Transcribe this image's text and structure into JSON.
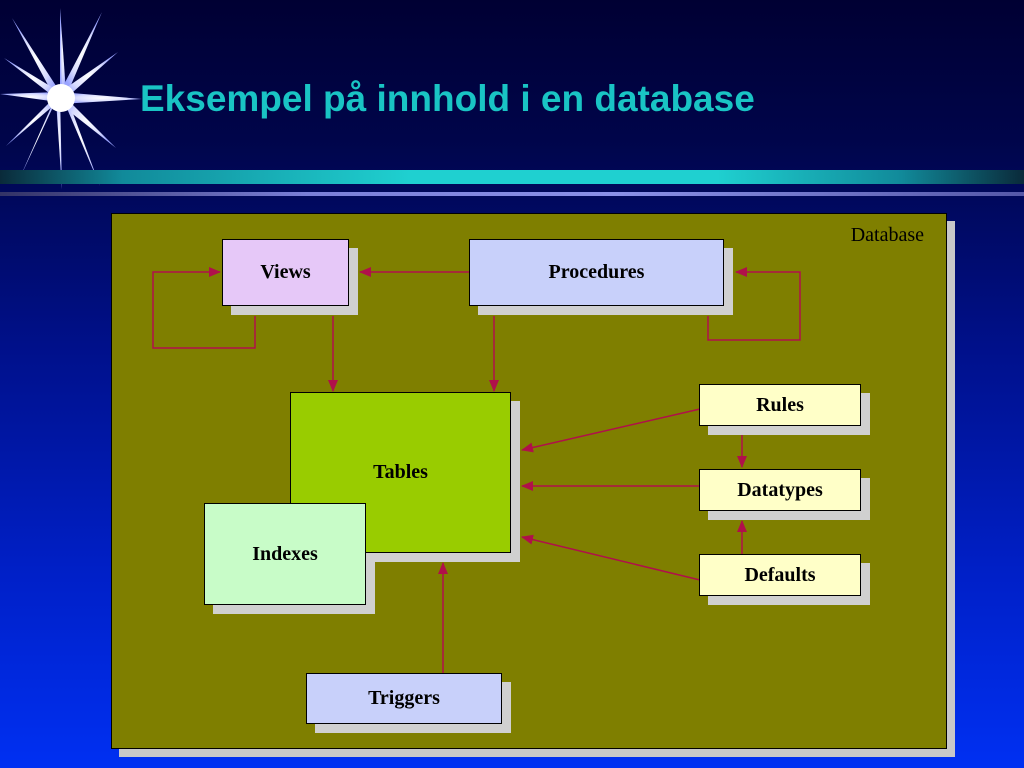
{
  "slide": {
    "title": "Eksempel på innhold i en database"
  },
  "diagram": {
    "container_label": "Database",
    "nodes": {
      "views": "Views",
      "procedures": "Procedures",
      "tables": "Tables",
      "indexes": "Indexes",
      "rules": "Rules",
      "datatypes": "Datatypes",
      "defaults": "Defaults",
      "triggers": "Triggers"
    },
    "edges": [
      {
        "from": "Procedures",
        "to": "Views"
      },
      {
        "from": "Views",
        "to": "Views"
      },
      {
        "from": "Procedures",
        "to": "Procedures"
      },
      {
        "from": "Views",
        "to": "Tables"
      },
      {
        "from": "Procedures",
        "to": "Tables"
      },
      {
        "from": "Rules",
        "to": "Tables"
      },
      {
        "from": "Datatypes",
        "to": "Tables"
      },
      {
        "from": "Defaults",
        "to": "Tables"
      },
      {
        "from": "Rules",
        "to": "Datatypes"
      },
      {
        "from": "Defaults",
        "to": "Datatypes"
      },
      {
        "from": "Triggers",
        "to": "Tables"
      }
    ],
    "colors": {
      "container_fill": "#7f7f00",
      "arrow": "#b0104a",
      "views_fill": "#e6c8f8",
      "procedures_fill": "#c8d0fa",
      "tables_fill": "#99cc00",
      "indexes_fill": "#c8fcc8",
      "rules_fill": "#ffffc8",
      "triggers_fill": "#c8d0fa"
    }
  }
}
